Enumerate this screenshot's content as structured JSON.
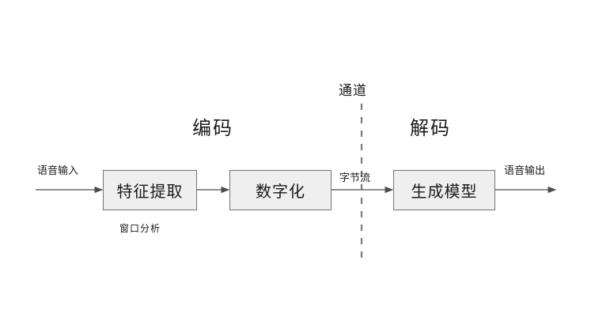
{
  "diagram": {
    "type": "pipeline-flow",
    "background_color": "#ffffff",
    "node_fill": "#efefef",
    "node_border": "#737373",
    "line_color": "#4d4d4d",
    "text_color": "#1a1a1a",
    "sections": [
      {
        "id": "encode",
        "label": "编码"
      },
      {
        "id": "decode",
        "label": "解码"
      }
    ],
    "channel": {
      "label": "通道",
      "divider_style": "dashed-vertical"
    },
    "nodes": [
      {
        "id": "feature-extraction",
        "label": "特征提取",
        "sublabel": "窗口分析"
      },
      {
        "id": "digitization",
        "label": "数字化",
        "sublabel": ""
      },
      {
        "id": "generative-model",
        "label": "生成模型",
        "sublabel": ""
      }
    ],
    "edges": [
      {
        "id": "input",
        "label": "语音输入",
        "from": "",
        "to": "feature-extraction"
      },
      {
        "id": "feature-to-digital",
        "label": "",
        "from": "feature-extraction",
        "to": "digitization"
      },
      {
        "id": "bytestream",
        "label": "字节流",
        "from": "digitization",
        "to": "generative-model"
      },
      {
        "id": "output",
        "label": "语音输出",
        "from": "generative-model",
        "to": ""
      }
    ]
  }
}
